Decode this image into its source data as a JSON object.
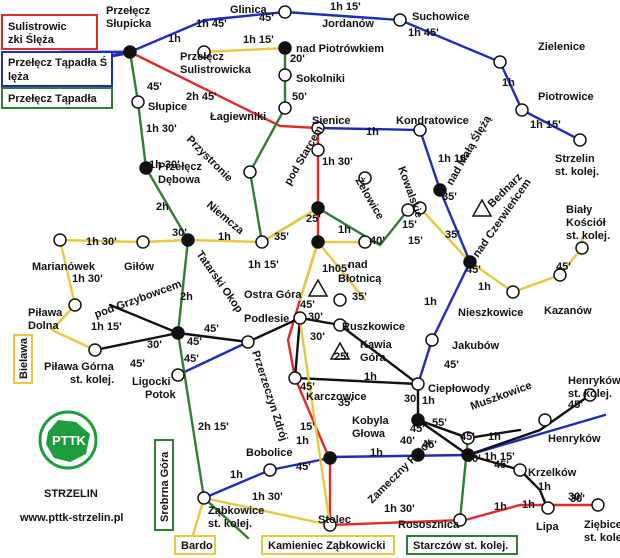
{
  "colors": {
    "red": "#e02b2b",
    "blue": "#1c2fb4",
    "green": "#2e7d32",
    "yellow": "#e8c840",
    "black": "#111111",
    "greenbox": "#2e7d32",
    "pttk_green": "#1e9b3c"
  },
  "legend": [
    {
      "text": "Sulistrowiczki Ślęża",
      "color": "red"
    },
    {
      "text": "Przełęcz Tąpadła Ślęża",
      "color": "blue"
    },
    {
      "text": "Przełęcz Tąpadła",
      "color": "green"
    }
  ],
  "places": {
    "przelecz_slupicka": "Przełęcz Słupicka",
    "glinica": "Glinica",
    "jordanow": "Jordanów",
    "suchowice": "Suchowice",
    "przelecz_sulistrowicka": "Przełęcz Sulistrowicka",
    "nad_piotrowkiem": "nad Piotrówkiem",
    "zielenice": "Zielenice",
    "slupice": "Słupice",
    "sokolniki": "Sokolniki",
    "lagiewniki": "Łagiewniki",
    "piotrowice": "Piotrowice",
    "sienice": "Sienice",
    "kondratowice": "Kondratowice",
    "przystronie": "Przystronie",
    "przelecz_debowa": "Przełęcz Dębowa",
    "strzelin": "Strzelin st. kolej.",
    "nad_mala_sleza": "nad Małą Ślężą",
    "pod_starcem": "pod Starcem",
    "zelowice": "Żelowice",
    "kowalskie": "Kowalskie",
    "bednarz": "Bednarz",
    "bialy_kosciol": "Biały Kościół st. kolej.",
    "niemcza": "Niemcza",
    "nad_czerwiencem": "nad Czerwieńcem",
    "marianowek": "Marianówek",
    "gilow": "Giłów",
    "tatarski_okop": "Tatarski Okop",
    "ostra_gora": "Ostra Góra",
    "nad_blotnica": "nad Błotnicą",
    "kazanow": "Kazanów",
    "nieszkowice": "Nieszkowice",
    "pilawa_dolna": "Piława Dolna",
    "pod_grzybowcem": "pod Grzybowcem",
    "podlesie": "Podlesie",
    "ruszkowice": "Ruszkowice",
    "jakubow": "Jakubów",
    "kawia_gora": "Kawia Góra",
    "bielawa": "Bielawa",
    "pilawa_gorna": "Piława Górna st. kolej.",
    "przerzeczyn": "Przerzeczyn Zdrój",
    "ligocki_potok": "Ligocki Potok",
    "cieplowody": "Ciepłowody",
    "karczowice": "Karczowice",
    "henrykow_st": "Henryków st. kolej.",
    "kobyla_glowa": "Kobyla Głowa",
    "muszkowice": "Muszkowice",
    "henrykow": "Henryków",
    "srebrna_gora": "Srebrna Góra",
    "bobolice": "Bobolice",
    "zameczny_potok": "Zameczny Potok",
    "krzelkow": "Krzelków",
    "zabkowice": "Ząbkowice st. kolej.",
    "stolec": "Stolec",
    "rososznica": "Rososznica",
    "lipa": "Lipa",
    "ziebice": "Ziębice st. kolej.",
    "bardo": "Bardo",
    "kamieniec": "Kamieniec Ząbkowicki",
    "starczow": "Starczów st. kolej."
  },
  "times": [
    "1h",
    "1h 45'",
    "45'",
    "1h 15'",
    "1h 15'",
    "20'",
    "1h 45'",
    "45'",
    "2h 45'",
    "50'",
    "1h",
    "1h",
    "1h 15'",
    "1h 30'",
    "1h 30'",
    "2h",
    "1h 10'",
    "1h 30'",
    "35'",
    "25'",
    "15'",
    "1h",
    "35'",
    "1h 30'",
    "30'",
    "1h",
    "35'",
    "15'",
    "40'",
    "1h 15'",
    "45'",
    "1h",
    "45'",
    "2h",
    "1h 15'",
    "30'",
    "45'",
    "1h",
    "1h05'",
    "35'",
    "1h",
    "45'",
    "30'",
    "45'",
    "25'",
    "45'",
    "45'",
    "1h 30'",
    "45'",
    "1h",
    "45'",
    "30'",
    "30'",
    "55'",
    "45'",
    "1h",
    "45'",
    "40'",
    "1h 15'",
    "45'",
    "2h 15'",
    "1h",
    "45'",
    "1h",
    "45'",
    "30'",
    "1h 30'",
    "45'",
    "1h",
    "1h 30'",
    "1h",
    "30'",
    "1h",
    "1h",
    "30'",
    "15'",
    "35'"
  ],
  "footer": {
    "logo_text": "PTTK",
    "city": "STRZELIN",
    "website": "www.pttk-strzelin.pl"
  }
}
